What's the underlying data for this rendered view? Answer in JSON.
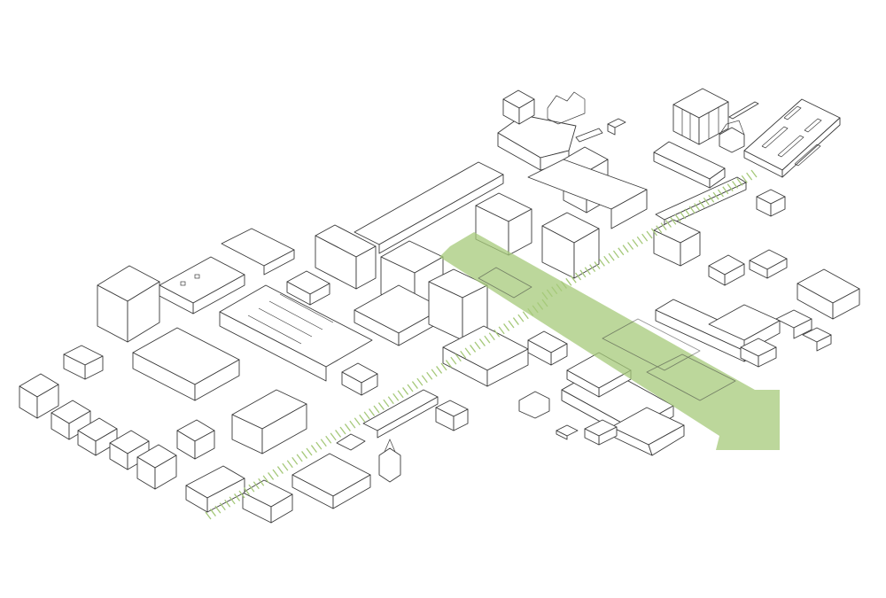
{
  "diagram": {
    "style": "isometric line drawing of urban blocks",
    "colors": {
      "background": "#ffffff",
      "building_stroke": "#3a3a3a",
      "corridor_fill": "#a6c97a",
      "corridor_opacity": 0.75,
      "hatch_stroke": "#a6c97a"
    },
    "elements": {
      "main_corridor": "green-arrow",
      "secondary_routes": [
        "hatched-green-route",
        "hatched-green-route"
      ]
    }
  }
}
